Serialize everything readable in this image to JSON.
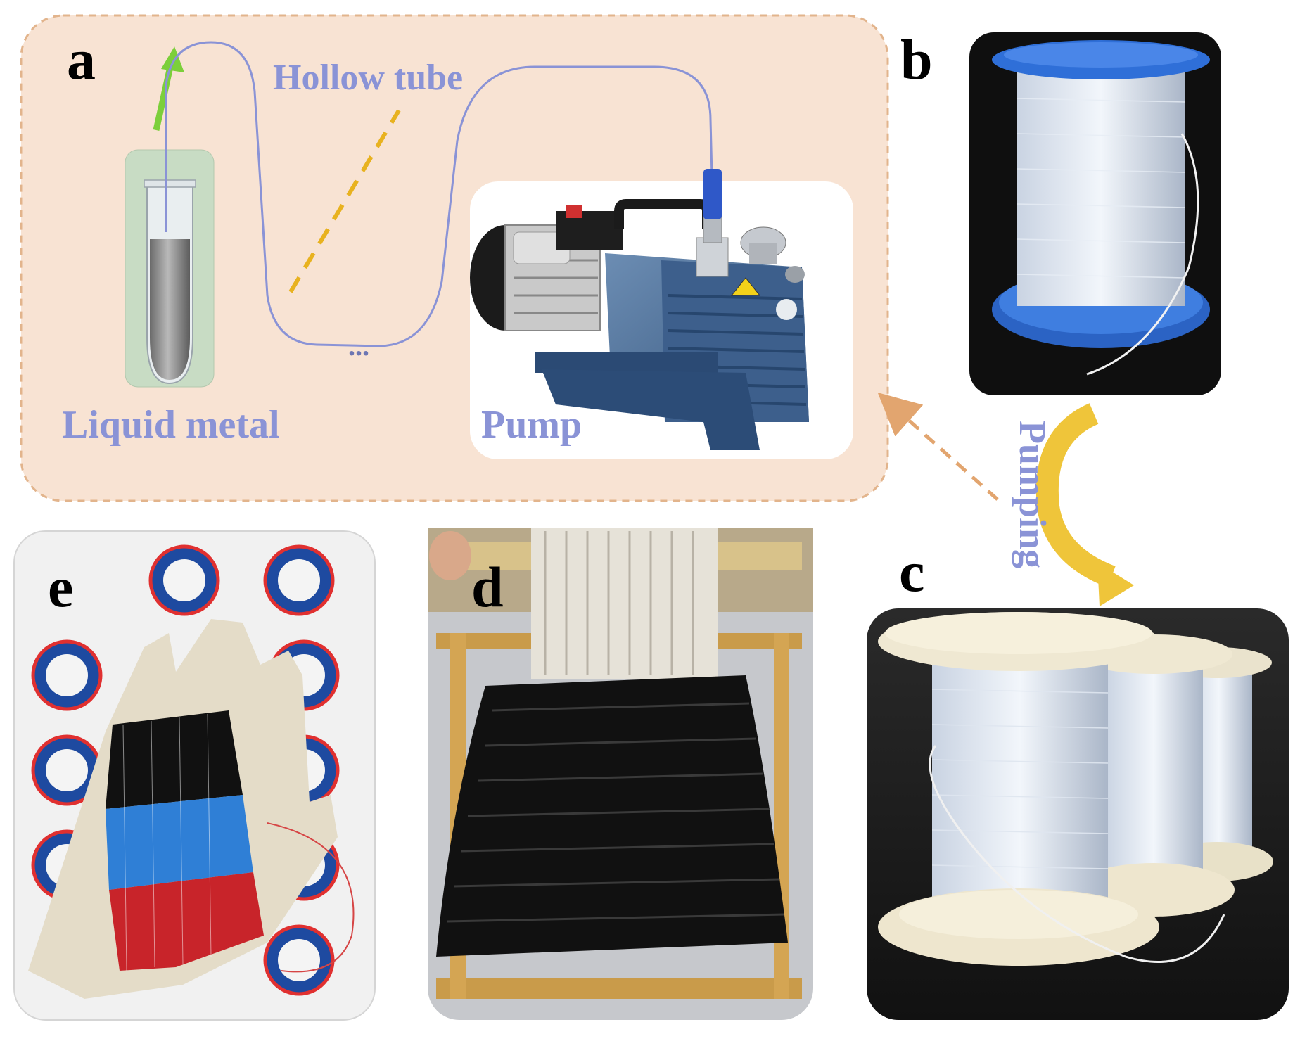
{
  "panels": {
    "a": {
      "letter": "a",
      "labels": {
        "hollow_tube": "Hollow tube",
        "liquid_metal": "Liquid metal",
        "pump": "Pump",
        "ellipsis": "..."
      }
    },
    "b": {
      "letter": "b"
    },
    "c": {
      "letter": "c"
    },
    "d": {
      "letter": "d"
    },
    "e": {
      "letter": "e"
    }
  },
  "process_label": "Pumping",
  "colors": {
    "panel_a_background": "#f8e3d3",
    "panel_a_border": "#e2b48c",
    "label_blue": "#8a93d6",
    "tube_line": "#8a93d6",
    "dashed_yellow": "#e8b21f",
    "green_arrow": "#7ccf3a",
    "curved_arrow": "#efc53a",
    "spool_blue": "#2f6fd8",
    "glove_red": "#c8242a",
    "glove_blue": "#2f7fd6"
  }
}
